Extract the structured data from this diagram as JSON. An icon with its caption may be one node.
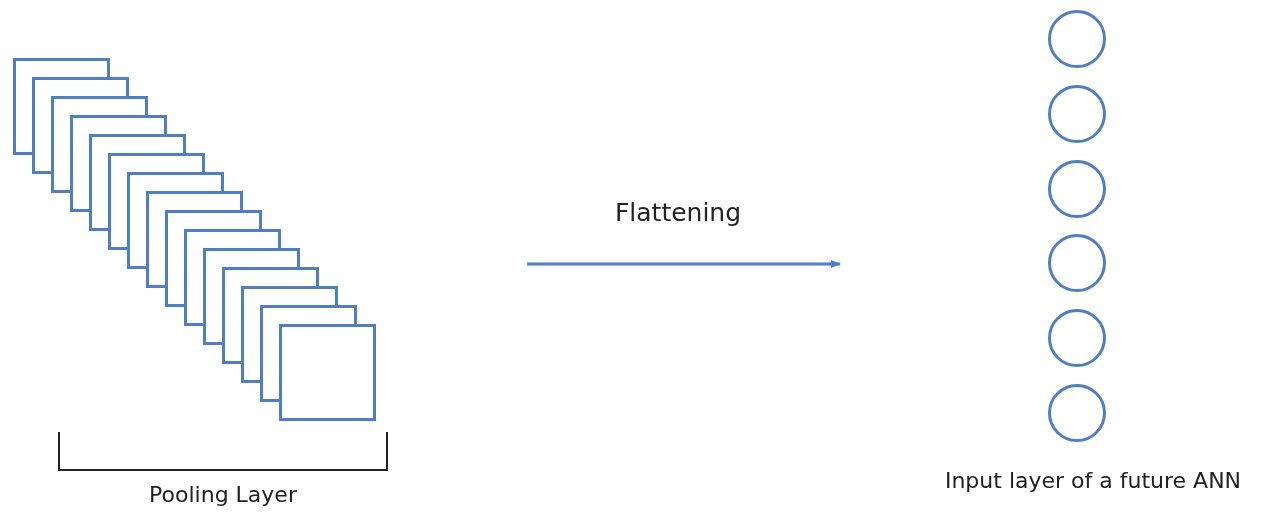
{
  "diagram": {
    "nodes": [
      {
        "text": [],
        "shape": "box",
        "beside": [
          "Pooling Layer"
        ]
      },
      {
        "text": [],
        "shape": "circle"
      },
      {
        "text": [],
        "shape": "circle"
      },
      {
        "text": [],
        "shape": "circle"
      },
      {
        "text": [],
        "shape": "circle"
      },
      {
        "text": [],
        "shape": "circle"
      },
      {
        "text": [],
        "shape": "circle"
      }
    ],
    "labels": [
      "Flattening",
      "Input layer of a future ANN"
    ]
  }
}
